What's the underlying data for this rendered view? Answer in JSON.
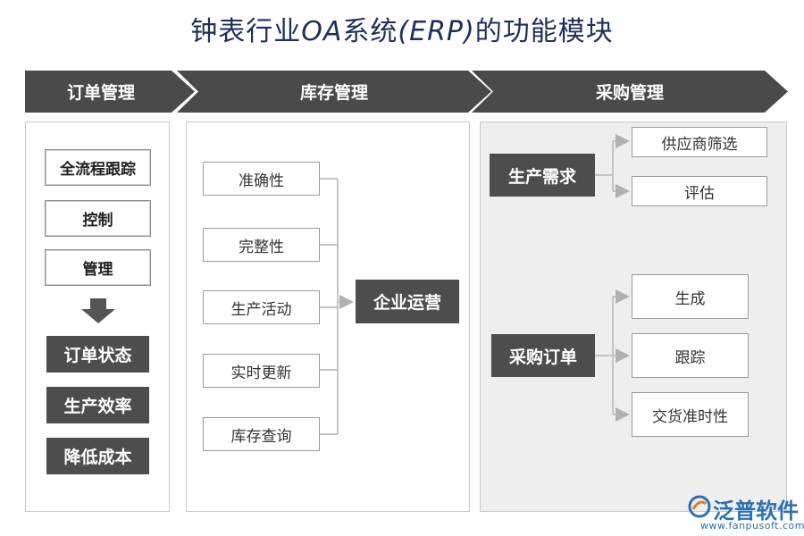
{
  "title": {
    "prefix": "钟表行业",
    "latin1": "OA",
    "middle": "系统",
    "latin2": "(ERP)",
    "suffix": "的功能模块"
  },
  "headers": [
    "订单管理",
    "库存管理",
    "采购管理"
  ],
  "order": {
    "items": [
      "全流程跟踪",
      "控制",
      "管理"
    ],
    "results": [
      "订单状态",
      "生产效率",
      "降低成本"
    ]
  },
  "inventory": {
    "items": [
      "准确性",
      "完整性",
      "生产活动",
      "实时更新",
      "库存查询"
    ],
    "target": "企业运营"
  },
  "purchase": {
    "group1": {
      "label": "生产需求",
      "items": [
        "供应商筛选",
        "评估"
      ]
    },
    "group2": {
      "label": "采购订单",
      "items": [
        "生成",
        "跟踪",
        "交货准时性"
      ]
    }
  },
  "logo": {
    "name": "泛普软件",
    "url": "www.fanpusoft.com"
  },
  "colors": {
    "dark": "#4a4a4a",
    "title": "#1f2f5c",
    "brand": "#2c6fb5"
  }
}
